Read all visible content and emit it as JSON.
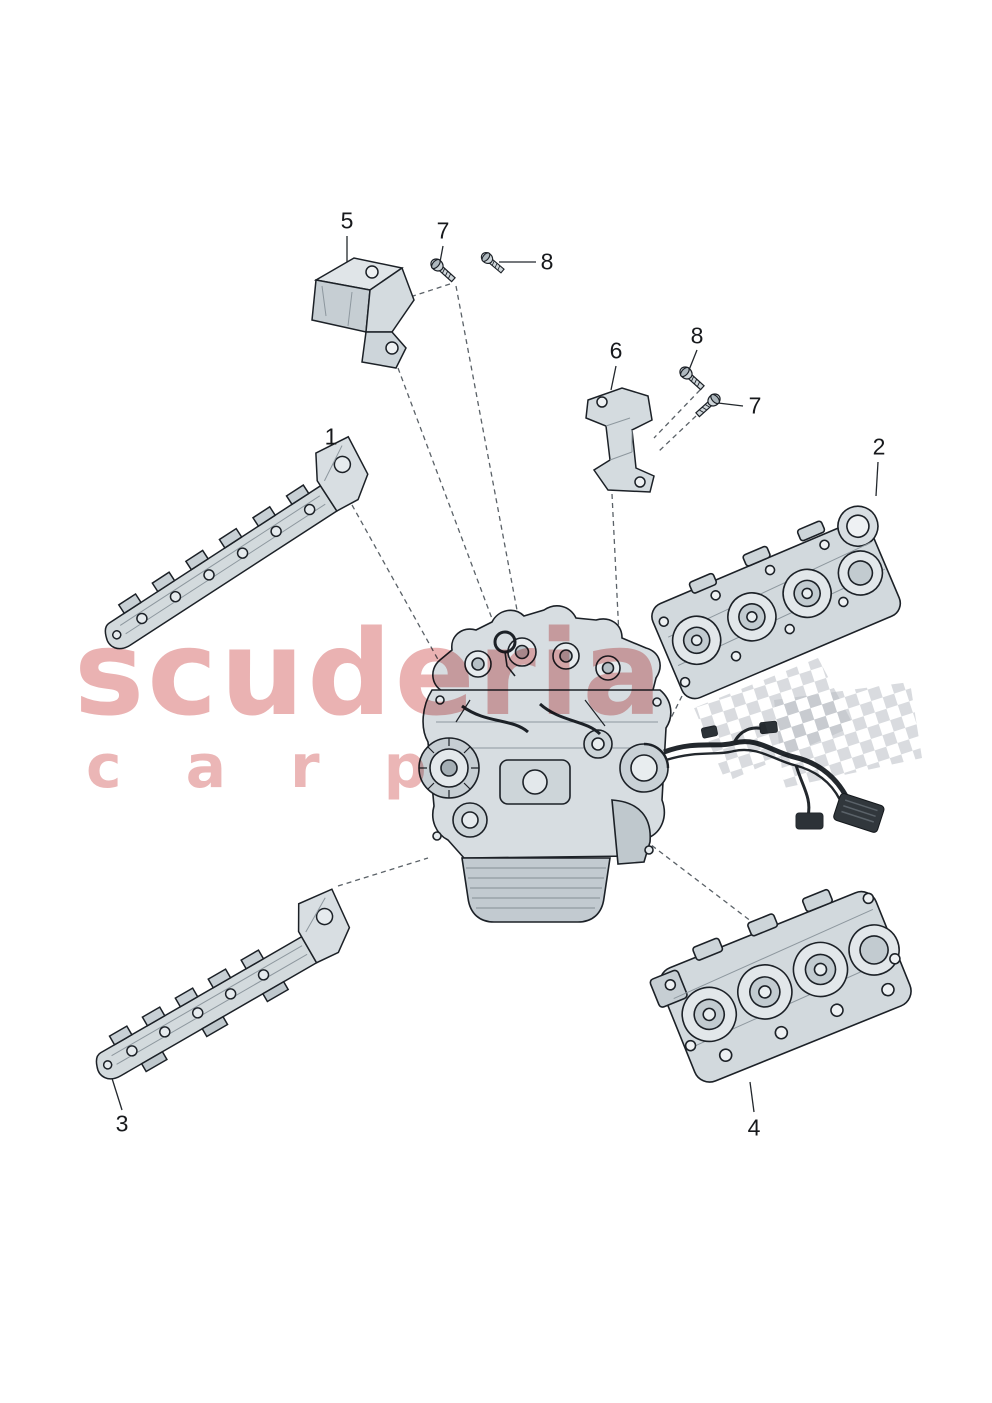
{
  "diagram": {
    "type": "exploded-engine-parts-diagram",
    "background": "#ffffff",
    "callouts": {
      "part1": "1",
      "part2": "2",
      "part3": "3",
      "part4": "4",
      "part5": "5",
      "part6": "6",
      "screw7_top": "7",
      "screw8_top": "8",
      "screw8_mid": "8",
      "screw7_mid": "7"
    },
    "watermark": {
      "brand": "scuderia",
      "sub": "carp",
      "text_color": "#ce4848",
      "flag_color": "#b9bec4"
    },
    "colors": {
      "line": "#1c2127",
      "part_fill": "#d6dcdf",
      "part_fill_light": "#e6ebee",
      "leader_solid": "#23282d",
      "leader_dashed": "#5a6167"
    }
  }
}
